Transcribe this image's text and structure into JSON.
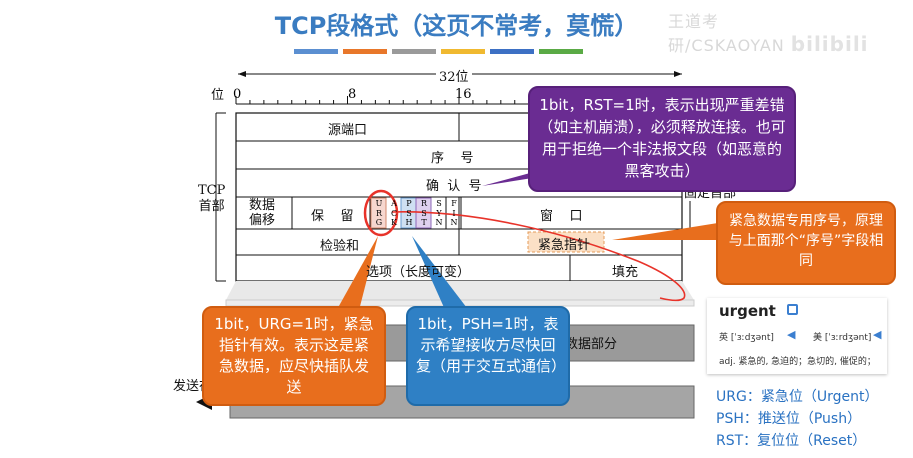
{
  "title": "TCP段格式（这页不常考，莫慌）",
  "watermark": {
    "text": "王道考研/CSKAOYAN",
    "brand": "bilibili"
  },
  "stripe_colors": [
    "#5b8fd1",
    "#e8772a",
    "#9a9a9a",
    "#f0b930",
    "#3d70c4",
    "#5aaa45"
  ],
  "diagram": {
    "width_label": "32位",
    "bit_label": "位",
    "ruler": [
      "0",
      "8",
      "16"
    ],
    "header_label": "TCP\n首部",
    "cells": {
      "src_port": "源端口",
      "seq": "序    号",
      "ack": "确  认  号",
      "offset": "数据\n偏移",
      "reserved": "保    留",
      "flags": [
        "U\nR\nG",
        "A\nC\nK",
        "P\nS\nH",
        "R\nS\nT",
        "S\nY\nN",
        "F\nI\nN"
      ],
      "window": "窗    口",
      "checksum": "检验和",
      "urgent_ptr": "紧急指针",
      "options": "选项（长度可变）",
      "padding": "填充"
    },
    "fixed_header_label": "固定首部",
    "data_part": "数据部分",
    "send_label": "发送在"
  },
  "callouts": {
    "rst": "1bit，RST=1时，表示出现严重差错（如主机崩溃），必须释放连接。也可用于拒绝一个非法报文段（如恶意的黑客攻击）",
    "urgent_ptr": "紧急数据专用序号，原理与上面那个“序号”字段相同",
    "urg": "1bit，URG=1时，紧急指针有效。表示这是紧急数据，应尽快插队发送",
    "psh": "1bit，PSH=1时，表示希望接收方尽快回复（用于交互式通信）"
  },
  "dictionary": {
    "word": "urgent",
    "uk_label": "英",
    "uk_phonetic": "[ˈɜːdʒənt]",
    "us_label": "美",
    "us_phonetic": "[ˈɜːrdʒənt]",
    "definition": "adj. 紧急的, 急迫的；急切的, 催促的；"
  },
  "legend": [
    "URG：紧急位（Urgent）",
    "PSH：推送位（Push）",
    "RST：复位位（Reset）"
  ]
}
